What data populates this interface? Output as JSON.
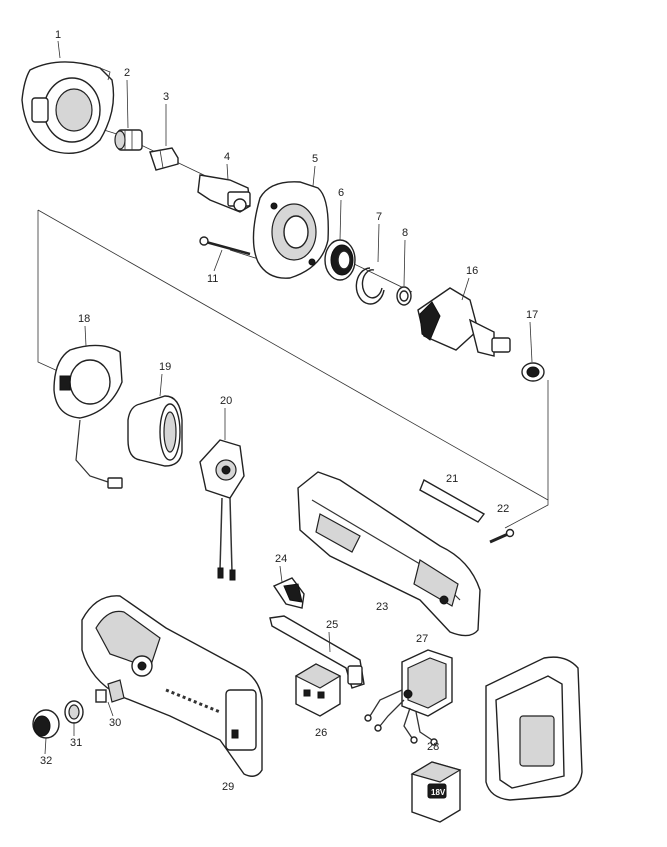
{
  "diagram": {
    "part_labels": [
      "1",
      "2",
      "3",
      "4",
      "5",
      "6",
      "7",
      "8",
      "11",
      "16",
      "17",
      "18",
      "19",
      "20",
      "21",
      "22",
      "23",
      "24",
      "25",
      "26",
      "27",
      "28",
      "29",
      "30",
      "31",
      "32"
    ],
    "battery_label": "18V"
  }
}
